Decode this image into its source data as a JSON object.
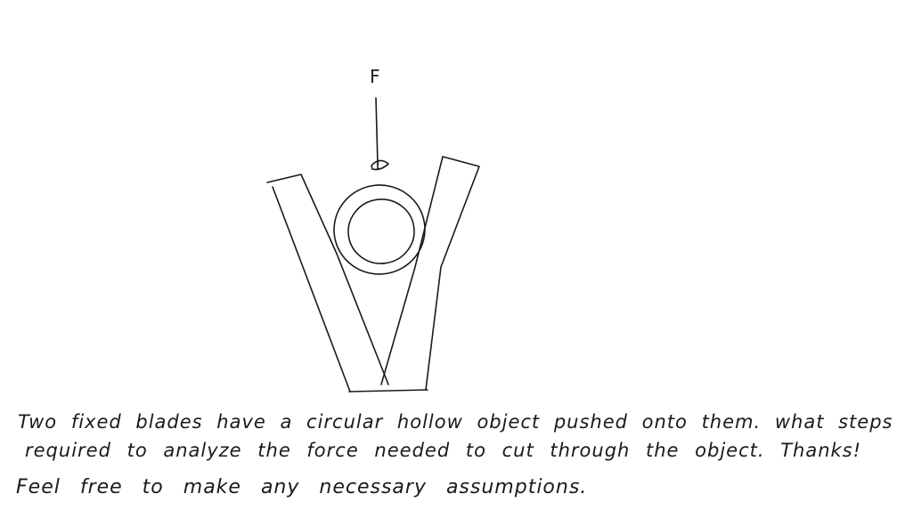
{
  "diagram": {
    "force_label": "F",
    "caption_lines": [
      "Two fixed blades have a circular hollow object pushed onto them. what steps are",
      "required to analyze the force needed to cut through the object. Thanks!",
      "Feel free to make any necessary assumptions."
    ]
  },
  "colors": {
    "ink": "#1a1a1a",
    "background": "#ffffff"
  }
}
